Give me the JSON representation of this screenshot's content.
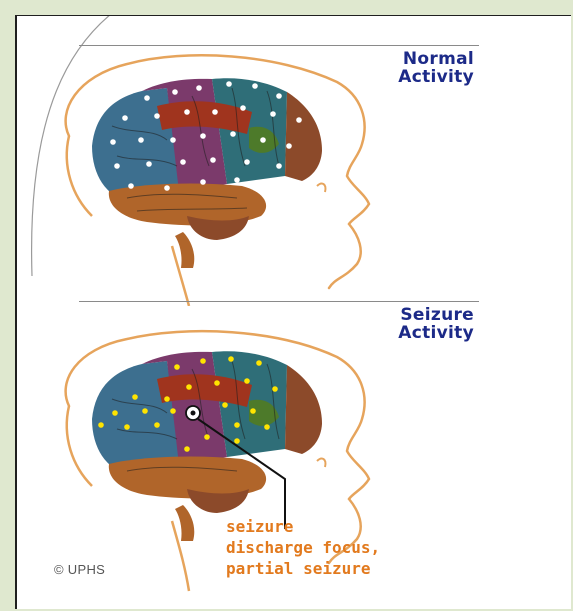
{
  "panels": [
    {
      "caption_line1": "Normal",
      "caption_line2": "Activity",
      "dot_color": "#ffffff"
    },
    {
      "caption_line1": "Seizure",
      "caption_line2": "Activity",
      "dot_color": "#ffe400"
    }
  ],
  "annotation": {
    "line1": "seizure",
    "line2": "discharge focus,",
    "line3": "partial seizure"
  },
  "credit": "© UPHS",
  "colors": {
    "page_background": "#dfe8cf",
    "head_outline": "#e6a45c",
    "caption_text": "#1c2a88",
    "annotation_text": "#e27a1e",
    "lobes": [
      "#3d6f8f",
      "#7b3a6b",
      "#b0652a",
      "#2f6e78",
      "#4d7a2a",
      "#8c4a2a",
      "#a0341e"
    ]
  }
}
